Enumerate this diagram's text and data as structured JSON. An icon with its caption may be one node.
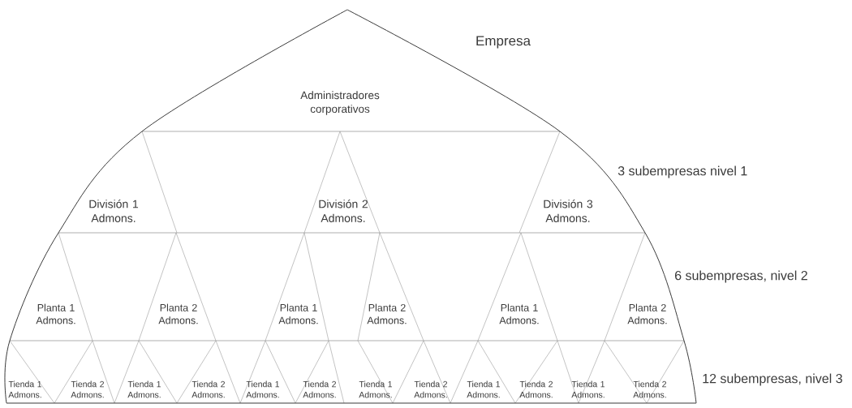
{
  "diagram": {
    "nodes": [
      {
        "text": [
          "Empresa"
        ]
      },
      {
        "text": [
          "Administradores corporativos"
        ],
        "in": 0
      },
      {
        "text": [
          "División 1 Admons."
        ],
        "in": 0
      },
      {
        "text": [
          "División 2 Admons."
        ],
        "in": 0
      },
      {
        "text": [
          "División 3 Admons."
        ],
        "in": 0
      },
      {
        "text": [
          "Planta 1 Admons."
        ],
        "in": 0
      },
      {
        "text": [
          "Planta 2 Admons."
        ],
        "in": 0
      },
      {
        "text": [
          "Planta 1 Admons."
        ],
        "in": 0
      },
      {
        "text": [
          "Planta 2 Admons."
        ],
        "in": 0
      },
      {
        "text": [
          "Planta 1 Admons."
        ],
        "in": 0
      },
      {
        "text": [
          "Planta 2 Admons."
        ],
        "in": 0
      },
      {
        "text": [
          "Tienda 1 Admons."
        ],
        "in": 0
      },
      {
        "text": [
          "Tienda 2 Admons."
        ],
        "in": 0
      },
      {
        "text": [
          "Tienda 1 Admons."
        ],
        "in": 0
      },
      {
        "text": [
          "Tienda 2 Admons."
        ],
        "in": 0
      },
      {
        "text": [
          "Tienda 1 Admons."
        ],
        "in": 0
      },
      {
        "text": [
          "Tienda 2 Admons."
        ],
        "in": 0
      },
      {
        "text": [
          "Tienda 1 Admons."
        ],
        "in": 0
      },
      {
        "text": [
          "Tienda 2 Admons."
        ],
        "in": 0
      },
      {
        "text": [
          "Tienda 1 Admons."
        ],
        "in": 0
      },
      {
        "text": [
          "Tienda 2 Admons."
        ],
        "in": 0
      },
      {
        "text": [
          "Tienda 1 Admons."
        ],
        "in": 0
      },
      {
        "text": [
          "Tienda 2 Admons."
        ],
        "in": 0
      }
    ],
    "labels": [
      "3 subempresas nivel 1",
      "6 subempresas, nivel 2",
      "12 subempresas, nivel 3"
    ]
  }
}
